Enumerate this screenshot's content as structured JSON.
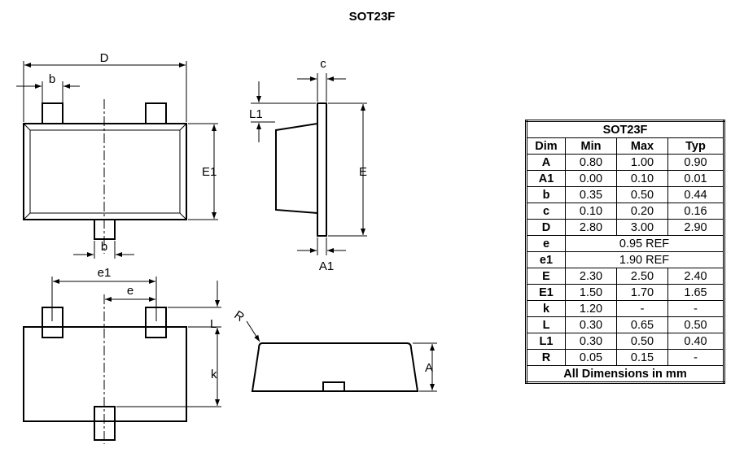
{
  "title": "SOT23F",
  "labels": {
    "D": "D",
    "b_top": "b",
    "b_bottom": "b",
    "E1": "E1",
    "c": "c",
    "L1": "L1",
    "E": "E",
    "A1": "A1",
    "e1": "e1",
    "e": "e",
    "L": "L",
    "k": "k",
    "R": "R",
    "A": "A"
  },
  "table": {
    "title": "SOT23F",
    "headers": [
      "Dim",
      "Min",
      "Max",
      "Typ"
    ],
    "rows": [
      {
        "dim": "A",
        "min": "0.80",
        "max": "1.00",
        "typ": "0.90"
      },
      {
        "dim": "A1",
        "min": "0.00",
        "max": "0.10",
        "typ": "0.01"
      },
      {
        "dim": "b",
        "min": "0.35",
        "max": "0.50",
        "typ": "0.44"
      },
      {
        "dim": "c",
        "min": "0.10",
        "max": "0.20",
        "typ": "0.16"
      },
      {
        "dim": "D",
        "min": "2.80",
        "max": "3.00",
        "typ": "2.90"
      },
      {
        "dim": "e",
        "ref": "0.95 REF"
      },
      {
        "dim": "e1",
        "ref": "1.90 REF"
      },
      {
        "dim": "E",
        "min": "2.30",
        "max": "2.50",
        "typ": "2.40"
      },
      {
        "dim": "E1",
        "min": "1.50",
        "max": "1.70",
        "typ": "1.65"
      },
      {
        "dim": "k",
        "min": "1.20",
        "max": "-",
        "typ": "-"
      },
      {
        "dim": "L",
        "min": "0.30",
        "max": "0.65",
        "typ": "0.50"
      },
      {
        "dim": "L1",
        "min": "0.30",
        "max": "0.50",
        "typ": "0.40"
      },
      {
        "dim": "R",
        "min": "0.05",
        "max": "0.15",
        "typ": "-"
      }
    ],
    "footer": "All Dimensions in mm"
  }
}
